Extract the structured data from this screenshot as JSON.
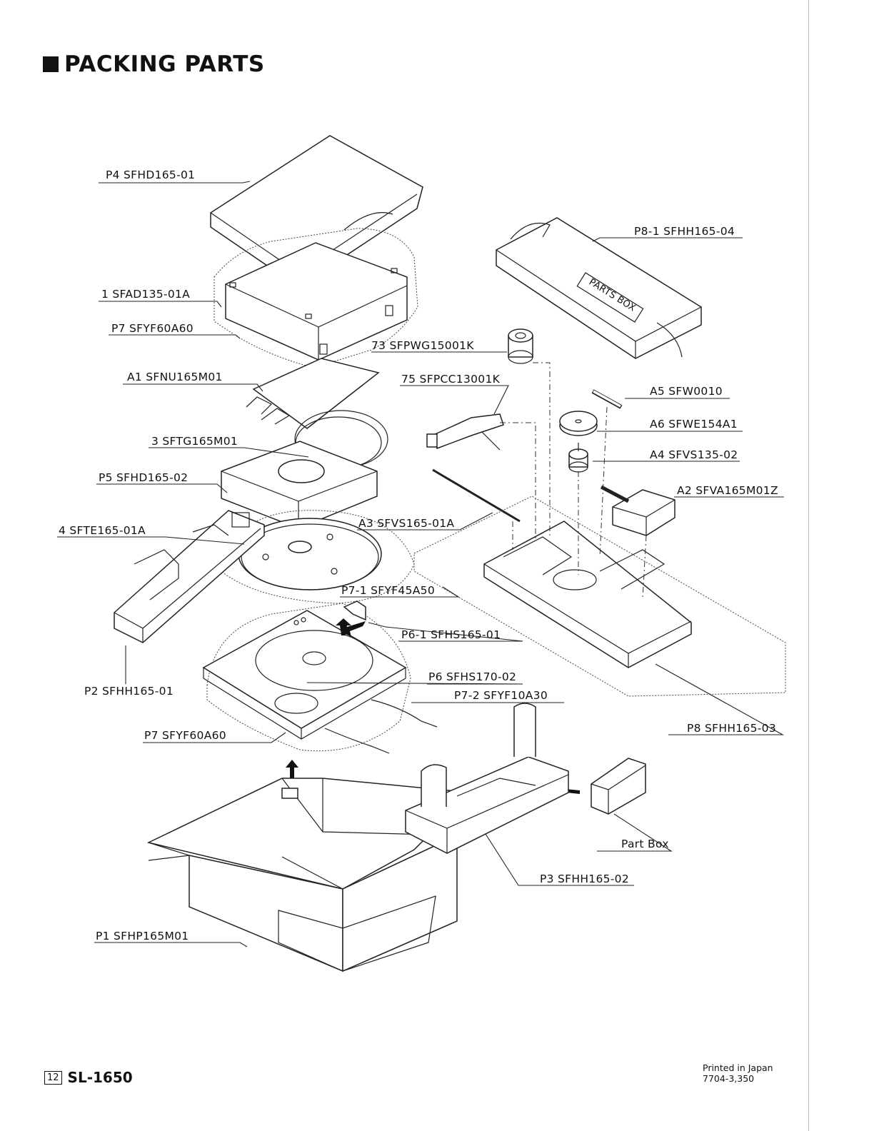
{
  "section_title": "PACKING PARTS",
  "labels": {
    "p4": "P4 SFHD165-01",
    "p8_1": "P8-1 SFHH165-04",
    "box_print": "PARTS BOX",
    "item1": "1 SFAD135-01A",
    "p7_top": "P7 SFYF60A60",
    "item73": "73 SFPWG15001K",
    "a1": "A1 SFNU165M01",
    "item75": "75 SFPCC13001K",
    "a5": "A5 SFW0010",
    "a6": "A6 SFWE154A1",
    "item3": "3 SFTG165M01",
    "a4": "A4 SFVS135-02",
    "p5": "P5 SFHD165-02",
    "a2": "A2 SFVA165M01Z",
    "item4": "4 SFTE165-01A",
    "a3": "A3 SFVS165-01A",
    "p7_1": "P7-1 SFYF45A50",
    "p6_1": "P6-1 SFHS165-01",
    "p6": "P6 SFHS170-02",
    "p2": "P2 SFHH165-01",
    "p7_2": "P7-2 SFYF10A30",
    "p8": "P8 SFHH165-03",
    "p7_bottom": "P7 SFYF60A60",
    "part_box": "Part Box",
    "p3": "P3 SFHH165-02",
    "p1": "P1 SFHP165M01"
  },
  "footer": {
    "page_number": "12",
    "model": "SL-1650",
    "printed": "Printed in Japan",
    "code": "7704-3,350"
  },
  "colors": {
    "ink": "#111111",
    "paper": "#ffffff"
  }
}
